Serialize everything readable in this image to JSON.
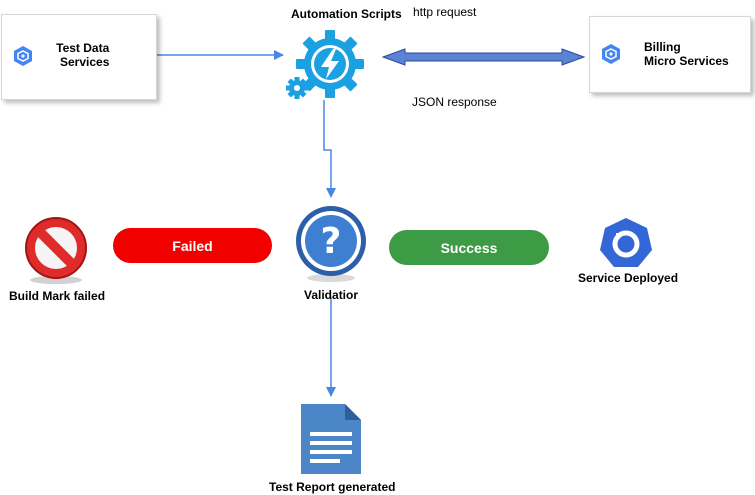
{
  "nodes": {
    "test_data": {
      "line1": "Test Data",
      "line2": "Services"
    },
    "billing": {
      "line1": "Billing",
      "line2": "Micro Services"
    },
    "automation": {
      "label": "Automation Scripts"
    },
    "validation": {
      "label": "Validatior"
    },
    "build_failed": {
      "label": "Build Mark failed"
    },
    "service_deployed": {
      "label": "Service Deployed"
    },
    "test_report": {
      "label": "Test Report generated"
    }
  },
  "edges": {
    "http_request": "http request",
    "json_response": "JSON response"
  },
  "status": {
    "failed": {
      "label": "Failed",
      "color": "#f20000"
    },
    "success": {
      "label": "Success",
      "color": "#3d9a45"
    }
  },
  "colors": {
    "arrow": "#4a86e8",
    "gcp_blue": "#4285f4",
    "automation_icon": "#1ba1e2",
    "doc_icon": "#4a86c8"
  },
  "icons": {
    "gcp": "gcp-hexagon-icon",
    "automation": "gear-lightning-icon",
    "validation": "question-mark-icon",
    "failed": "prohibited-icon",
    "deployed": "deploy-refresh-icon",
    "report": "document-icon"
  }
}
